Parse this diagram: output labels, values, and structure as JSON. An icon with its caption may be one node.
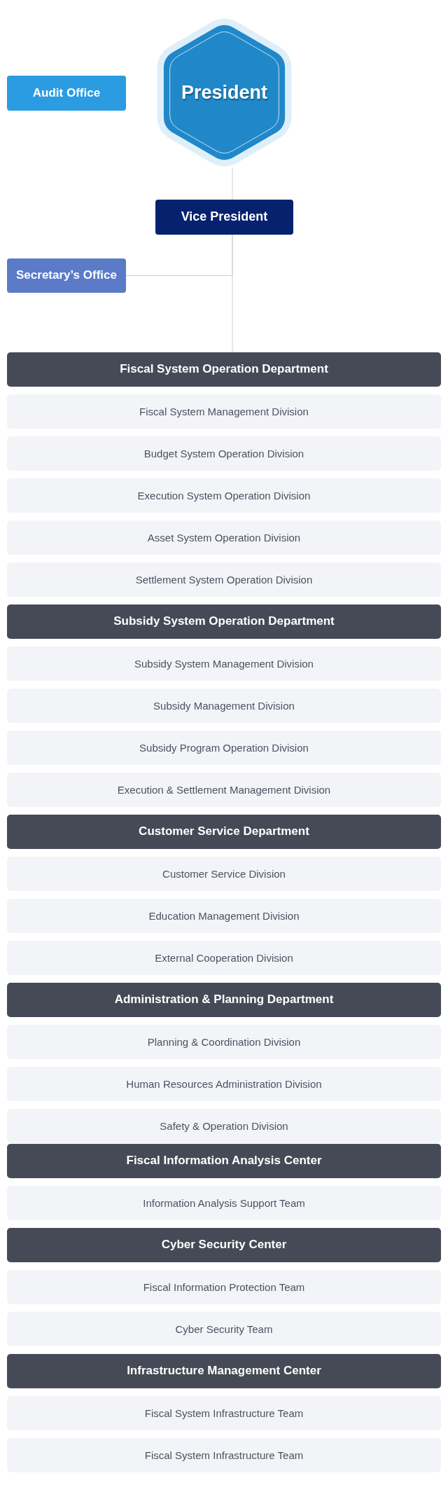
{
  "diagram": {
    "nodes": [
      {
        "text": [
          "President"
        ]
      },
      {
        "text": [
          "Audit Office"
        ]
      },
      {
        "text": [
          "Vice President"
        ]
      },
      {
        "text": [
          "Secretary’s Office"
        ]
      },
      {
        "text": [
          "Fiscal System Operation Department"
        ]
      },
      {
        "text": [
          "Fiscal System Management Division"
        ]
      },
      {
        "text": [
          "Budget System Operation Division"
        ]
      },
      {
        "text": [
          "Execution System Operation Division"
        ]
      },
      {
        "text": [
          "Asset System Operation Division"
        ]
      },
      {
        "text": [
          "Settlement System Operation Division"
        ]
      },
      {
        "text": [
          "Subsidy System Operation Department"
        ]
      },
      {
        "text": [
          "Subsidy System Management Division"
        ]
      },
      {
        "text": [
          "Subsidy Management Division"
        ]
      },
      {
        "text": [
          "Subsidy Program Operation Division"
        ]
      },
      {
        "text": [
          "Execution & Settlement Management Division"
        ]
      },
      {
        "text": [
          "Customer Service Department"
        ]
      },
      {
        "text": [
          "Customer Service Division"
        ]
      },
      {
        "text": [
          "Education Management Division"
        ]
      },
      {
        "text": [
          "External Cooperation Division"
        ]
      },
      {
        "text": [
          "Administration & Planning Department"
        ]
      },
      {
        "text": [
          "Planning & Coordination Division"
        ]
      },
      {
        "text": [
          "Human Resources Administration Division"
        ]
      },
      {
        "text": [
          "Safety & Operation Division"
        ]
      },
      {
        "text": [
          "Fiscal Information Analysis Center"
        ]
      },
      {
        "text": [
          "Information Analysis Support Team"
        ]
      },
      {
        "text": [
          "Cyber Security Center"
        ]
      },
      {
        "text": [
          "Fiscal Information Protection Team"
        ]
      },
      {
        "text": [
          "Cyber Security Team"
        ]
      },
      {
        "text": [
          "Infrastructure Management Center"
        ]
      },
      {
        "text": [
          "Fiscal System Infrastructure Team"
        ]
      },
      {
        "text": [
          "Fiscal System Infrastructure Team"
        ]
      }
    ],
    "edges": [
      {
        "from": 0,
        "to": 2,
        "arrow": "none"
      },
      {
        "from": 2,
        "to": 3,
        "arrow": "none"
      },
      {
        "from": 2,
        "to": 4,
        "arrow": "none"
      }
    ]
  }
}
